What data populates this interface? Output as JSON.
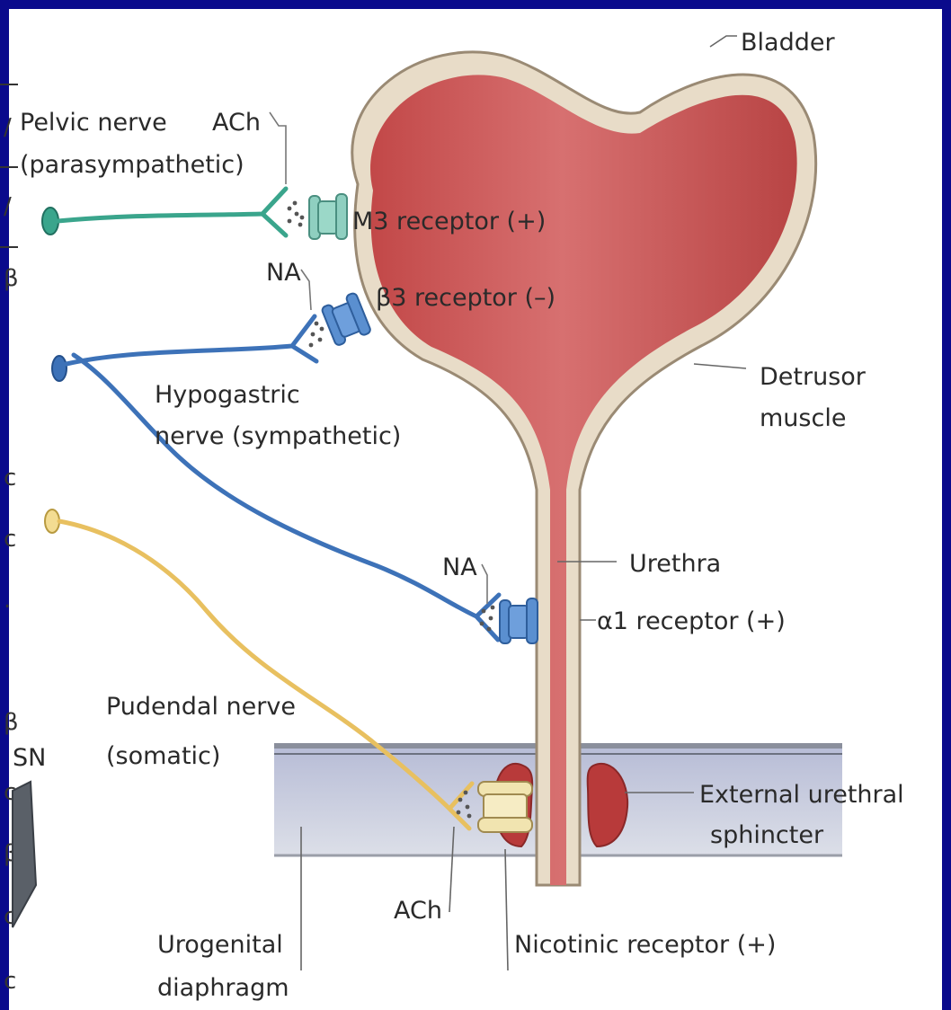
{
  "background_fragments": {
    "left_edge_glyphs": [
      "/",
      "/",
      "β",
      "c",
      "c",
      ".",
      "β",
      "c",
      "β",
      "c",
      "c"
    ],
    "sn_label": "SN"
  },
  "labels": {
    "bladder": "Bladder",
    "detrusor_line1": "Detrusor",
    "detrusor_line2": "muscle",
    "urethra": "Urethra",
    "external_sphincter_line1": "External urethral",
    "external_sphincter_line2": "sphincter",
    "urogenital_line1": "Urogenital",
    "urogenital_line2": "diaphragm",
    "nicotinic_receptor": "Nicotinic receptor (+)",
    "pelvic_nerve_line1": "Pelvic nerve",
    "pelvic_nerve_line2": "(parasympathetic)",
    "pelvic_transmitter": "ACh",
    "m3_receptor": "M3 receptor (+)",
    "beta3_transmitter": "NA",
    "beta3_receptor": "β3 receptor (–)",
    "hypogastric_line1": "Hypogastric",
    "hypogastric_line2": "nerve (sympathetic)",
    "alpha1_transmitter": "NA",
    "alpha1_receptor": "α1 receptor (+)",
    "pudendal_line1": "Pudendal nerve",
    "pudendal_line2": "(somatic)",
    "pudendal_transmitter": "ACh"
  },
  "colors": {
    "frame": "#0a0a8c",
    "parasympathetic_nerve": "#3aa58c",
    "sympathetic_nerve": "#3d72b8",
    "somatic_nerve": "#e8c060",
    "bladder_fill": "#cc5a5a",
    "bladder_wall": "#e8dcc8",
    "sphincter": "#b83a3a",
    "diaphragm": "#c9cde0"
  }
}
